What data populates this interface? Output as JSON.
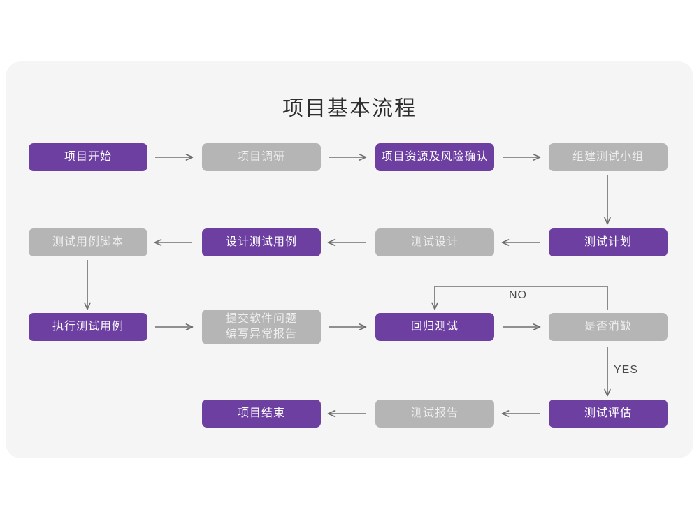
{
  "title": "项目基本流程",
  "colors": {
    "purple": "#6c3fa1",
    "gray": "#b5b5b5",
    "card_background": "#f5f5f5",
    "page_background": "#ffffff",
    "connector": "#6e6e6e",
    "title_text": "#2e2e2e"
  },
  "nodes": [
    {
      "id": "project-start",
      "label": "项目开始",
      "style": "purple",
      "row": 1,
      "col": 1
    },
    {
      "id": "project-research",
      "label": "项目调研",
      "style": "gray",
      "row": 1,
      "col": 2
    },
    {
      "id": "resource-risk-confirm",
      "label": "项目资源及风险确认",
      "style": "purple",
      "row": 1,
      "col": 3
    },
    {
      "id": "build-test-team",
      "label": "组建测试小组",
      "style": "gray",
      "row": 1,
      "col": 4
    },
    {
      "id": "test-case-script",
      "label": "测试用例脚本",
      "style": "gray",
      "row": 2,
      "col": 1
    },
    {
      "id": "design-test-case",
      "label": "设计测试用例",
      "style": "purple",
      "row": 2,
      "col": 2
    },
    {
      "id": "test-design",
      "label": "测试设计",
      "style": "gray",
      "row": 2,
      "col": 3
    },
    {
      "id": "test-plan",
      "label": "测试计划",
      "style": "purple",
      "row": 2,
      "col": 4
    },
    {
      "id": "execute-test-case",
      "label": "执行测试用例",
      "style": "purple",
      "row": 3,
      "col": 1
    },
    {
      "id": "submit-issue-report",
      "label": "提交软件问题\n编写异常报告",
      "style": "gray",
      "row": 3,
      "col": 2
    },
    {
      "id": "regression-test",
      "label": "回归测试",
      "style": "purple",
      "row": 3,
      "col": 3
    },
    {
      "id": "defect-cleared",
      "label": "是否消缺",
      "style": "gray",
      "row": 3,
      "col": 4
    },
    {
      "id": "project-end",
      "label": "项目结束",
      "style": "purple",
      "row": 4,
      "col": 2
    },
    {
      "id": "test-report",
      "label": "测试报告",
      "style": "gray",
      "row": 4,
      "col": 3
    },
    {
      "id": "test-evaluation",
      "label": "测试评估",
      "style": "purple",
      "row": 4,
      "col": 4
    }
  ],
  "edge_labels": {
    "no": "NO",
    "yes": "YES"
  },
  "connectors": [
    {
      "id": "start-to-research",
      "from": "project-start",
      "to": "project-research",
      "direction": "right"
    },
    {
      "id": "research-to-resource",
      "from": "project-research",
      "to": "resource-risk-confirm",
      "direction": "right"
    },
    {
      "id": "resource-to-team",
      "from": "resource-risk-confirm",
      "to": "build-test-team",
      "direction": "right"
    },
    {
      "id": "team-to-plan",
      "from": "build-test-team",
      "to": "test-plan",
      "direction": "down"
    },
    {
      "id": "plan-to-design",
      "from": "test-plan",
      "to": "test-design",
      "direction": "left"
    },
    {
      "id": "design-to-case",
      "from": "test-design",
      "to": "design-test-case",
      "direction": "left"
    },
    {
      "id": "case-to-script",
      "from": "design-test-case",
      "to": "test-case-script",
      "direction": "left"
    },
    {
      "id": "script-to-execute",
      "from": "test-case-script",
      "to": "execute-test-case",
      "direction": "down"
    },
    {
      "id": "execute-to-submit",
      "from": "execute-test-case",
      "to": "submit-issue-report",
      "direction": "right"
    },
    {
      "id": "submit-to-regression",
      "from": "submit-issue-report",
      "to": "regression-test",
      "direction": "right"
    },
    {
      "id": "regression-to-defect",
      "from": "regression-test",
      "to": "defect-cleared",
      "direction": "right"
    },
    {
      "id": "defect-no-to-regression",
      "from": "defect-cleared",
      "to": "regression-test",
      "direction": "loop-up",
      "label": "NO"
    },
    {
      "id": "defect-yes-to-evaluation",
      "from": "defect-cleared",
      "to": "test-evaluation",
      "direction": "down",
      "label": "YES"
    },
    {
      "id": "evaluation-to-report",
      "from": "test-evaluation",
      "to": "test-report",
      "direction": "left"
    },
    {
      "id": "report-to-end",
      "from": "test-report",
      "to": "project-end",
      "direction": "left"
    }
  ]
}
